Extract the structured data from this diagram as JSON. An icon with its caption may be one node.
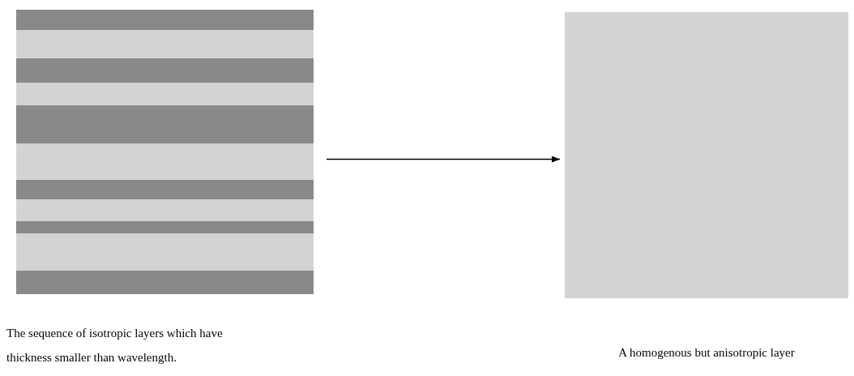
{
  "diagram": {
    "nodes": [
      {
        "text": [
          "The sequence of isotropic layers which have thickness smaller than wavelength."
        ]
      },
      {
        "text": [
          "A homogenous but anisotropic layer"
        ]
      }
    ],
    "edges": [
      {
        "from": 0,
        "to": 1,
        "arrow": "to"
      }
    ]
  }
}
